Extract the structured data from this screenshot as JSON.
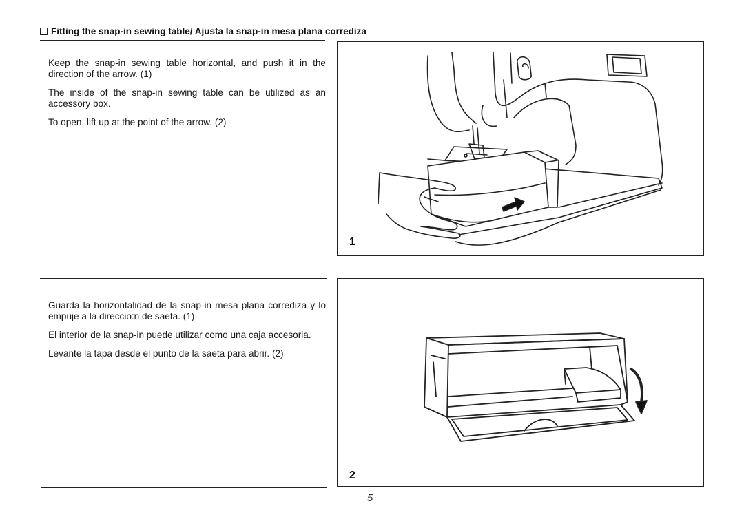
{
  "heading": "Fitting the snap-in sewing table/ Ajusta la snap-in mesa plana corrediza",
  "english": {
    "p1": "Keep the snap-in sewing table horizontal, and push it in the direction of the arrow. (1)",
    "p2": "The inside of the snap-in sewing table can be utilized as an accessory box.",
    "p3": "To open, lift up at the point of the arrow. (2)"
  },
  "spanish": {
    "p1": "Guarda la horizontalidad de la snap-in mesa plana corrediza y lo empuje a la direccio:n de saeta. (1)",
    "p2": "El interior de la snap-in puede utilizar como una caja accesoria.",
    "p3": "Levante la tapa desde el punto de la saeta para abrir. (2)"
  },
  "figures": [
    {
      "number": "1",
      "icon": "sewing-machine-with-table-illustration"
    },
    {
      "number": "2",
      "icon": "accessory-box-open-illustration"
    }
  ],
  "page_number": "5"
}
